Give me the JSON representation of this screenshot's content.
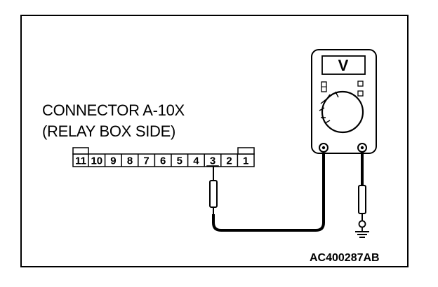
{
  "connector": {
    "title": "CONNECTOR A-10X",
    "side": "(RELAY BOX SIDE)",
    "pins": [
      "11",
      "10",
      "9",
      "8",
      "7",
      "6",
      "5",
      "4",
      "3",
      "2",
      "1"
    ]
  },
  "voltmeter": {
    "display_letter": "V"
  },
  "figure_code": "AC400287AB"
}
